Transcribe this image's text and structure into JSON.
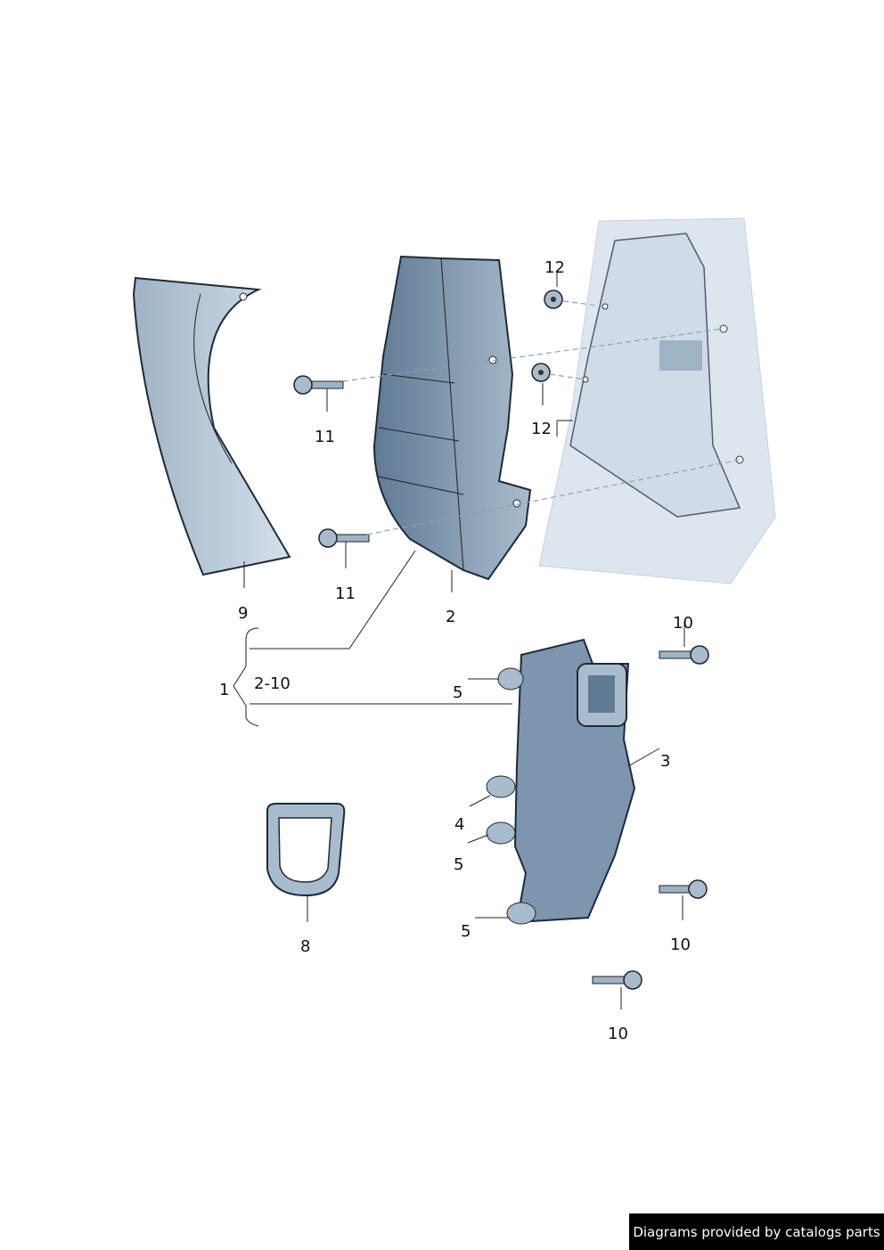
{
  "labels": {
    "l1": "1",
    "l2": "2",
    "l2_10": "2-10",
    "l3": "3",
    "l4": "4",
    "l5a": "5",
    "l5b": "5",
    "l5c": "5",
    "l8": "8",
    "l9": "9",
    "l10a": "10",
    "l10b": "10",
    "l10c": "10",
    "l11a": "11",
    "l11b": "11",
    "l12a": "12",
    "l12b": "12"
  },
  "footer": "Diagrams provided by catalogs parts",
  "colors": {
    "part_fill": "#a9bccd",
    "part_dark": "#5f7a93",
    "body_fill": "#dde6ee",
    "outline": "#1e2a38"
  }
}
